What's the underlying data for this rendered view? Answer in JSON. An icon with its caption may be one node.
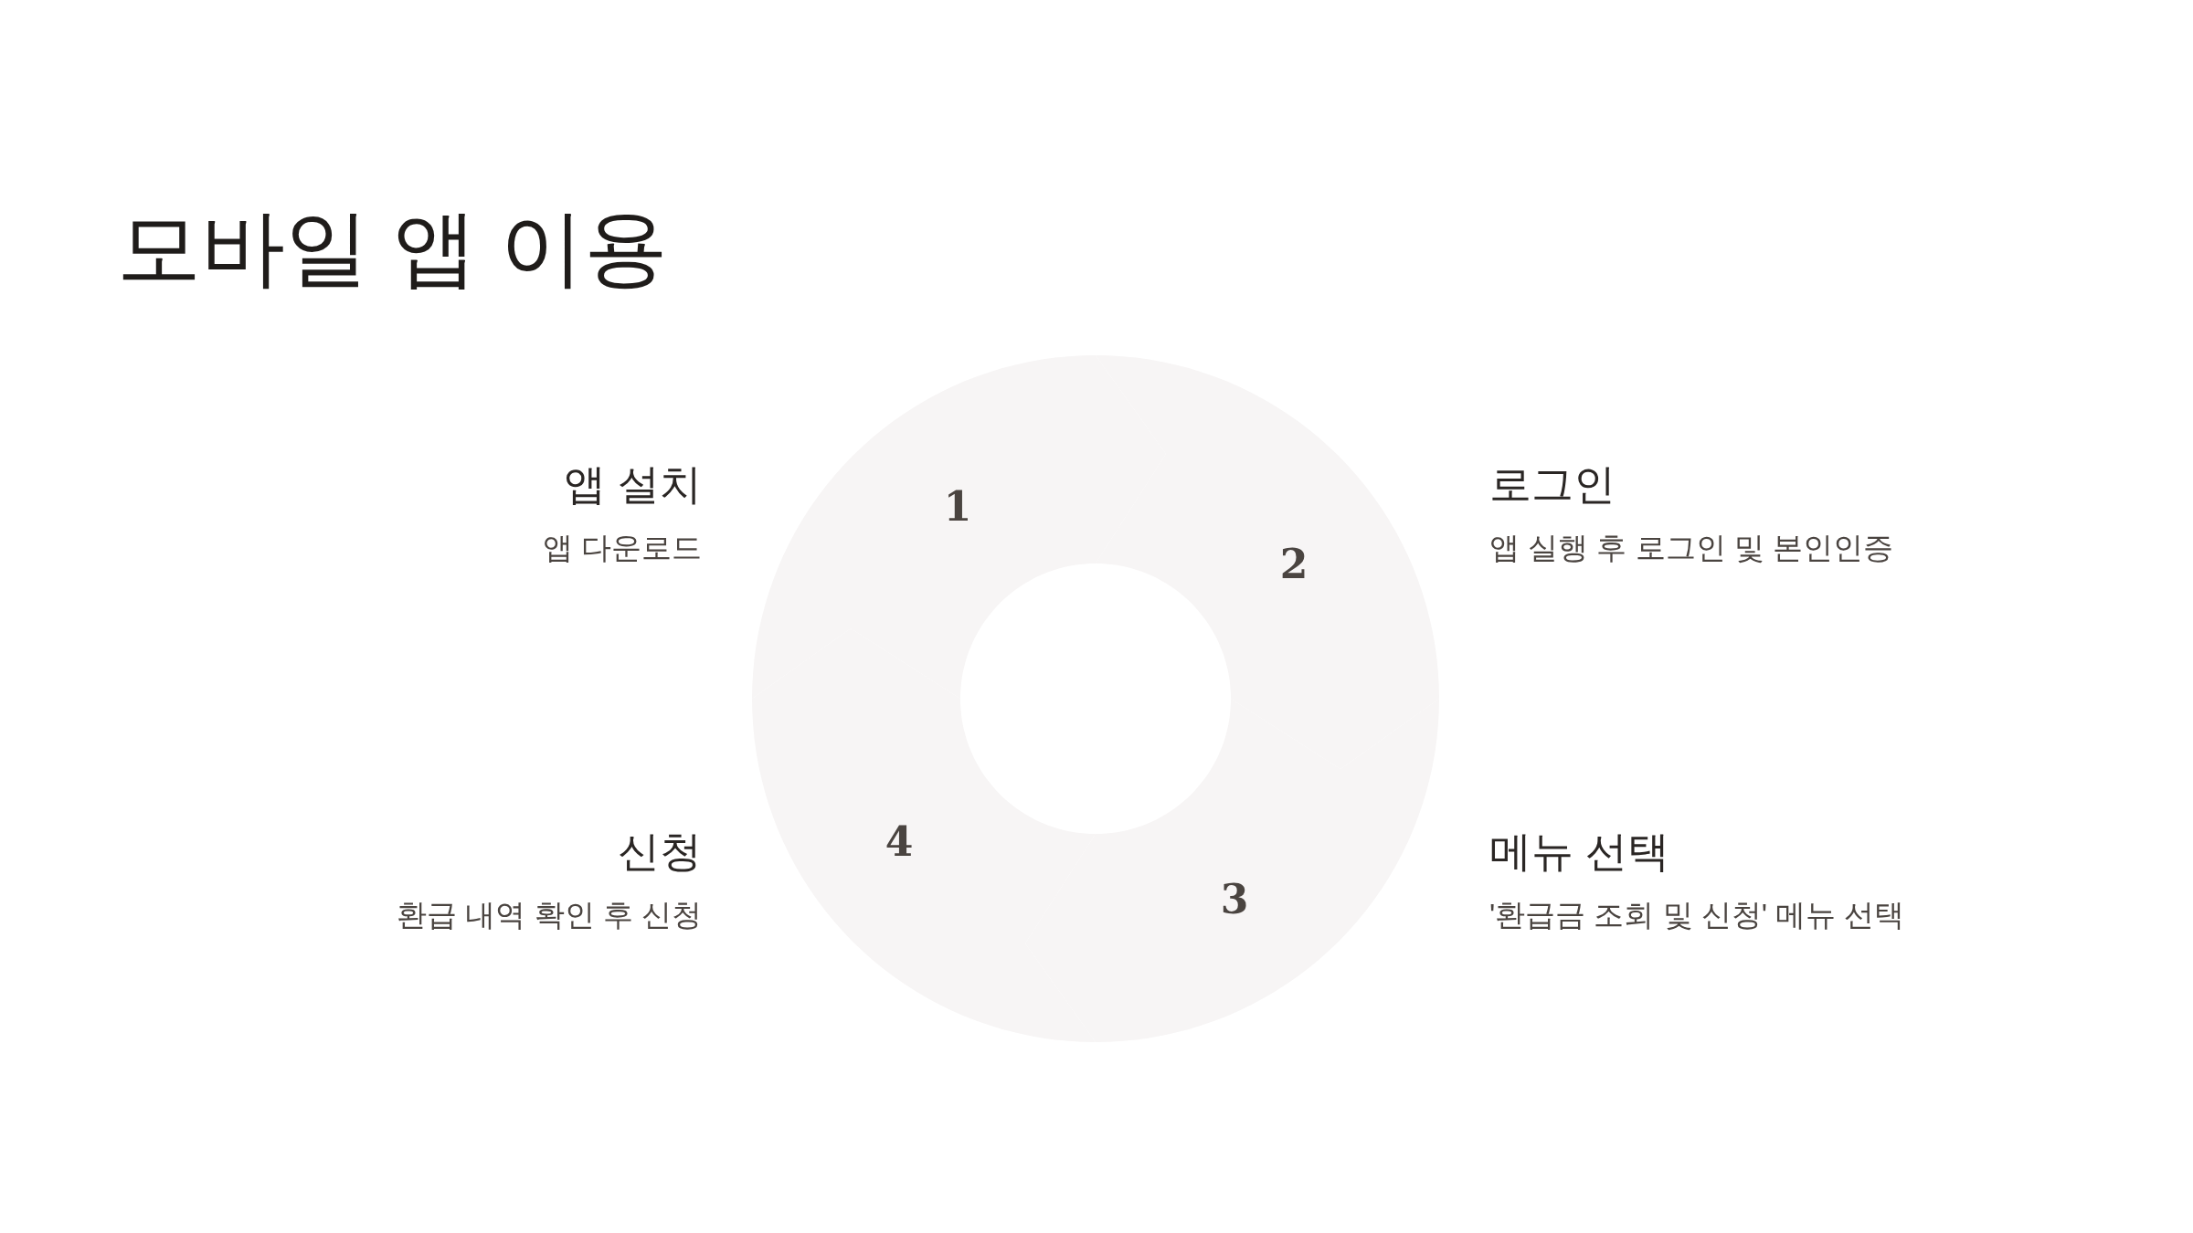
{
  "diagram": {
    "title": "모바일 앱 이용",
    "nodes": [
      {
        "text": [
          "1"
        ],
        "beside": [
          "앱 설치",
          "앱 다운로드"
        ]
      },
      {
        "text": [
          "2"
        ],
        "beside": [
          "로그인",
          "앱 실행 후 로그인 및 본인인증"
        ]
      },
      {
        "text": [
          "3"
        ],
        "beside": [
          "메뉴 선택",
          "'환급금 조회 및 신청' 메뉴 선택"
        ]
      },
      {
        "text": [
          "4"
        ],
        "beside": [
          "신청",
          "환급 내역 확인 후 신청"
        ]
      }
    ]
  }
}
